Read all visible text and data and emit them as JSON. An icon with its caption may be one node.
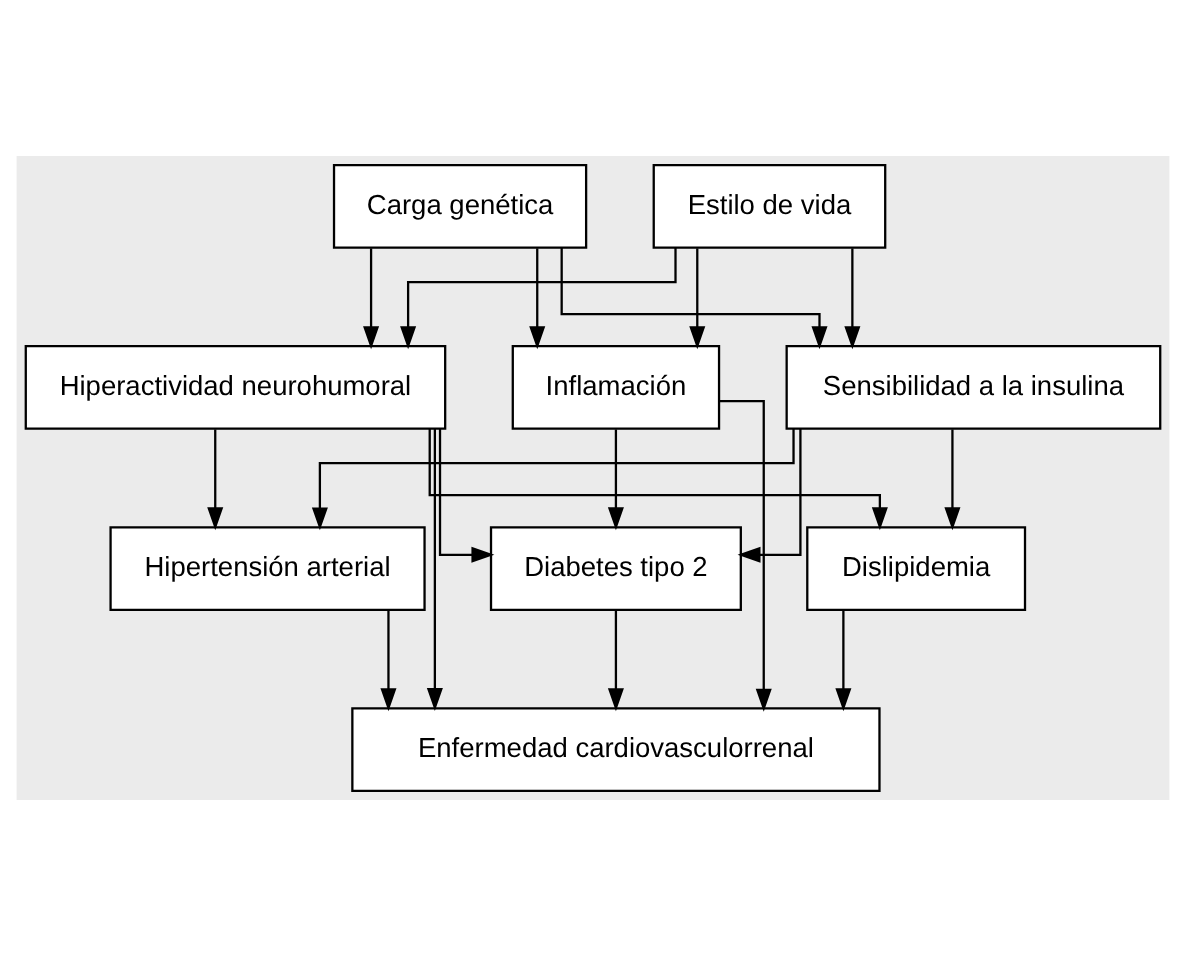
{
  "diagram": {
    "nodes": [
      {
        "text": [
          "Carga genética"
        ]
      },
      {
        "text": [
          "Estilo de vida"
        ]
      },
      {
        "text": [
          "Hiperactividad neurohumoral"
        ]
      },
      {
        "text": [
          "Inflamación"
        ]
      },
      {
        "text": [
          "Sensibilidad a la insulina"
        ]
      },
      {
        "text": [
          "Hipertensión arterial"
        ]
      },
      {
        "text": [
          "Diabetes tipo 2"
        ]
      },
      {
        "text": [
          "Dislipidemia"
        ]
      },
      {
        "text": [
          "Enfermedad cardiovasculorrenal"
        ]
      }
    ],
    "edges": [
      {
        "from": 0,
        "to": 2,
        "arrow": "to"
      },
      {
        "from": 0,
        "to": 3,
        "arrow": "to"
      },
      {
        "from": 0,
        "to": 4,
        "arrow": "to"
      },
      {
        "from": 1,
        "to": 2,
        "arrow": "to"
      },
      {
        "from": 1,
        "to": 3,
        "arrow": "to"
      },
      {
        "from": 1,
        "to": 4,
        "arrow": "to"
      },
      {
        "from": 2,
        "to": 5,
        "arrow": "to"
      },
      {
        "from": 2,
        "to": 6,
        "arrow": "to"
      },
      {
        "from": 2,
        "to": 7,
        "arrow": "to"
      },
      {
        "from": 4,
        "to": 5,
        "arrow": "to"
      },
      {
        "from": 4,
        "to": 6,
        "arrow": "to"
      },
      {
        "from": 4,
        "to": 7,
        "arrow": "to"
      },
      {
        "from": 3,
        "to": 6,
        "arrow": "to"
      },
      {
        "from": 3,
        "to": 8,
        "arrow": "to"
      },
      {
        "from": 5,
        "to": 8,
        "arrow": "to"
      },
      {
        "from": 6,
        "to": 8,
        "arrow": "to"
      },
      {
        "from": 7,
        "to": 8,
        "arrow": "to"
      },
      {
        "from": 2,
        "to": 8,
        "arrow": "to"
      }
    ]
  }
}
